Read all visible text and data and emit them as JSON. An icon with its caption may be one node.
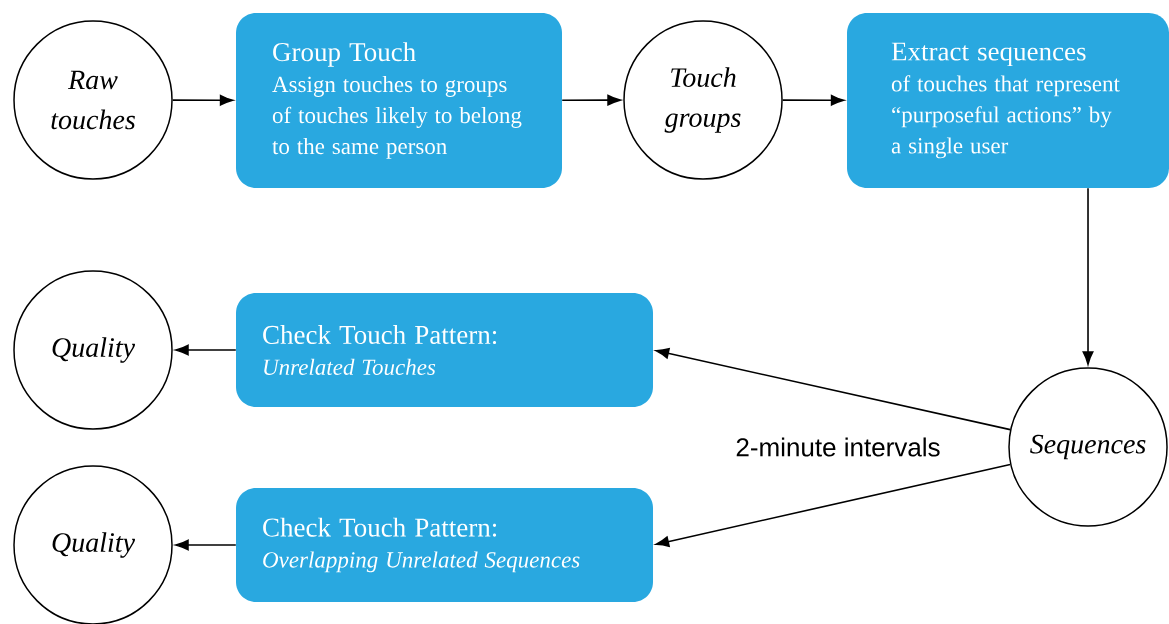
{
  "diagram": {
    "nodes": [
      {
        "text": [
          "Raw touches"
        ]
      },
      {
        "text": [
          "Group Touch",
          "Assign touches to groups of touches likely to belong to the same person"
        ]
      },
      {
        "text": [
          "Touch groups"
        ]
      },
      {
        "text": [
          "Extract sequences",
          "of touches that represent “purposeful actions” by a single user"
        ]
      },
      {
        "text": [
          "Quality"
        ]
      },
      {
        "text": [
          "Check Touch Pattern:",
          "Unrelated Touches"
        ]
      },
      {
        "text": [
          "Sequences"
        ]
      },
      {
        "text": [
          "Quality"
        ]
      },
      {
        "text": [
          "Check Touch Pattern:",
          "Overlapping Unrelated Sequences"
        ]
      }
    ],
    "edges": [
      {
        "from": 0,
        "to": 1,
        "arrow": "to"
      },
      {
        "from": 1,
        "to": 2,
        "arrow": "to"
      },
      {
        "from": 2,
        "to": 3,
        "arrow": "to"
      },
      {
        "from": 3,
        "to": 6,
        "arrow": "to"
      },
      {
        "from": 6,
        "to": 5,
        "arrow": "to"
      },
      {
        "from": 6,
        "to": 8,
        "arrow": "to"
      },
      {
        "from": 5,
        "to": 4,
        "arrow": "to"
      },
      {
        "from": 8,
        "to": 7,
        "arrow": "to"
      }
    ],
    "labels": [
      "2-minute intervals"
    ]
  }
}
